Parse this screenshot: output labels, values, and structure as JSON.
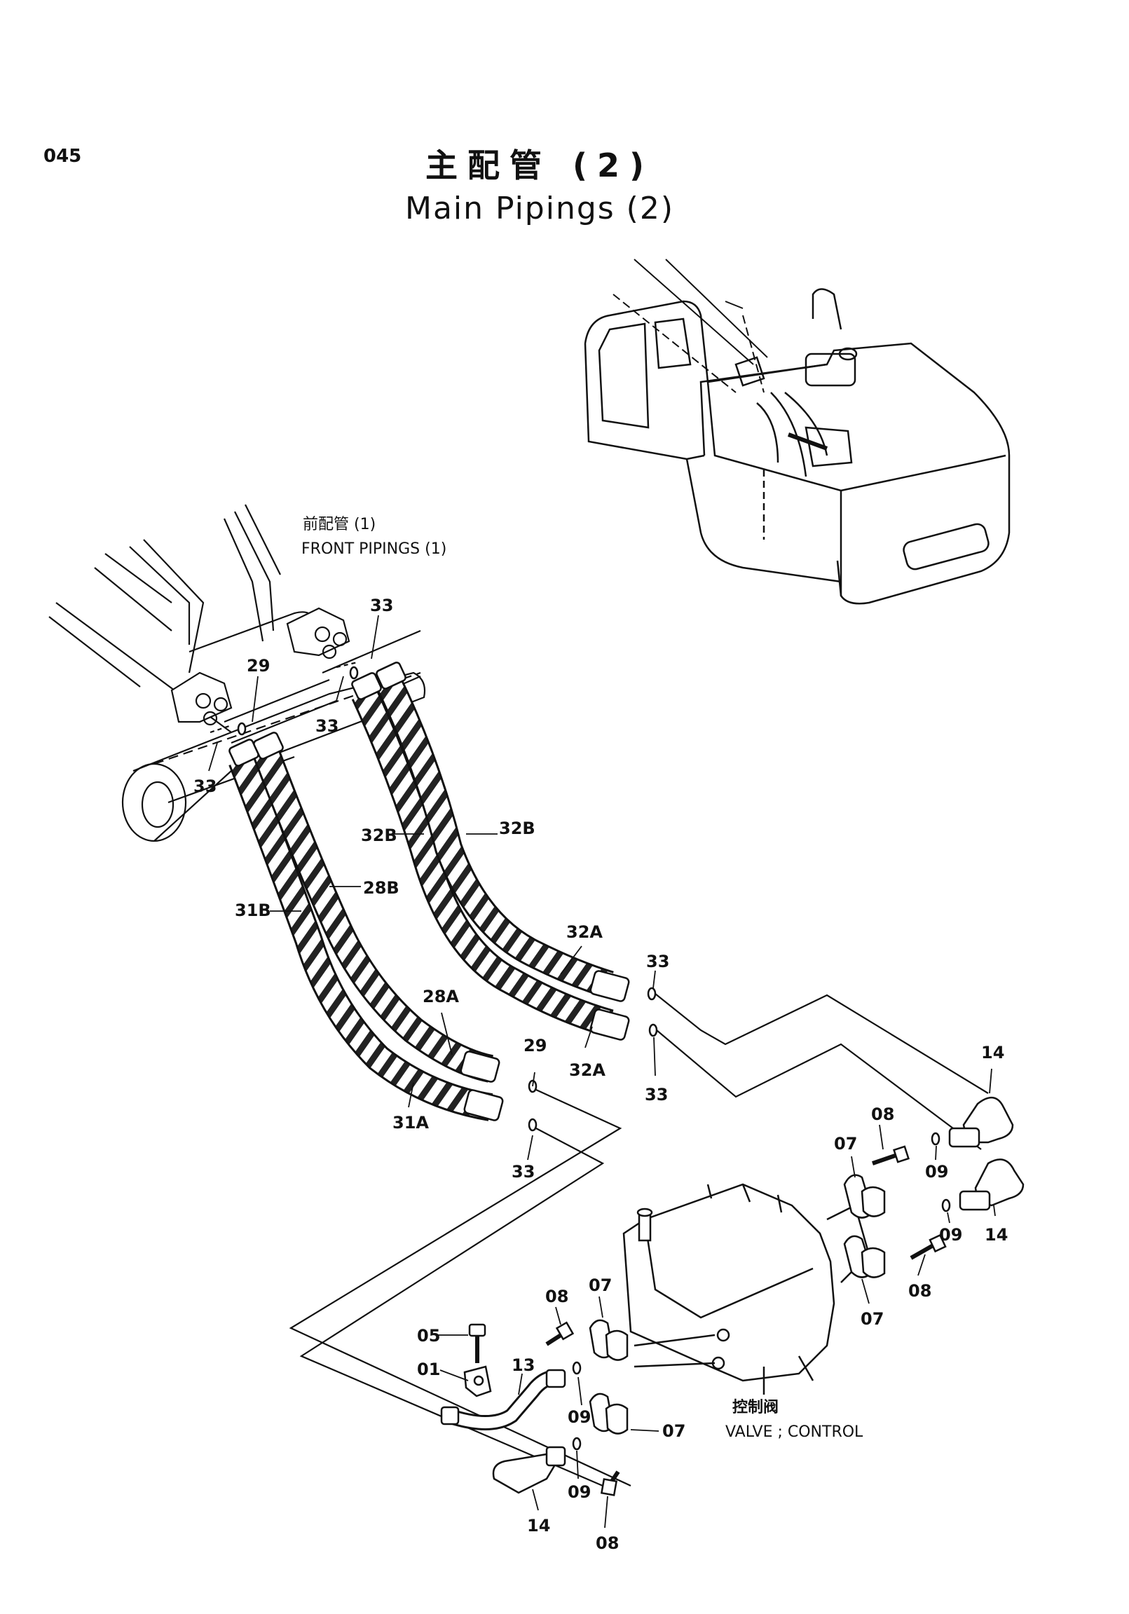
{
  "header": {
    "page_number": "045",
    "title_cn": "主配管 (2)",
    "title_en": "Main Pipings (2)"
  },
  "notes": {
    "front_cn": "前配管 (1)",
    "front_en": "FRONT PIPINGS (1)",
    "valve_cn": "控制阀",
    "valve_en": "VALVE ; CONTROL"
  },
  "callouts": {
    "c33_a": "33",
    "c33_b": "33",
    "c33_c": "33",
    "c33_d": "33",
    "c33_e": "33",
    "c33_f": "33",
    "c29_a": "29",
    "c29_b": "29",
    "c32b_a": "32B",
    "c32b_b": "32B",
    "c28b": "28B",
    "c31b": "31B",
    "c32a_a": "32A",
    "c32a_b": "32A",
    "c28a": "28A",
    "c31a": "31A",
    "c14_a": "14",
    "c14_b": "14",
    "c14_c": "14",
    "c08_a": "08",
    "c08_b": "08",
    "c08_c": "08",
    "c08_d": "08",
    "c07_a": "07",
    "c07_b": "07",
    "c07_c": "07",
    "c07_d": "07",
    "c09_a": "09",
    "c09_b": "09",
    "c09_c": "09",
    "c09_d": "09",
    "c05": "05",
    "c01": "01",
    "c13": "13"
  }
}
